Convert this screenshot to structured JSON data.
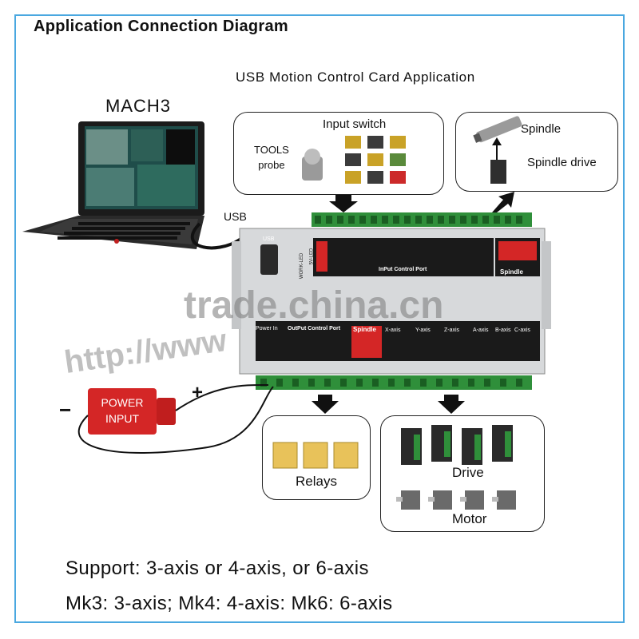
{
  "header": {
    "title": "Application Connection Diagram",
    "subtitle": "USB Motion Control Card Application"
  },
  "pc": {
    "label": "MACH3",
    "cable_label": "USB"
  },
  "input_box": {
    "title": "Input switch",
    "tools_label": "TOOLS\nprobe"
  },
  "spindle_box": {
    "spindle_label": "Spindle",
    "drive_label": "Spindle drive"
  },
  "board": {
    "input_port_label": "InPut Control Port",
    "spindle_top_label": "Spindle",
    "output_port_label": "OutPut Control Port",
    "power_in_label": "Power In",
    "spindle_bottom_label": "Spindle",
    "axis_labels": [
      "X-axis",
      "Y-axis",
      "Z-axis",
      "A-axis",
      "B-axis",
      "C-axis"
    ],
    "usb_label": "USB",
    "led_label": "WORK-LED",
    "led2_label": "5V-LED"
  },
  "power": {
    "label": "POWER\nINPUT",
    "plus": "+",
    "minus": "−"
  },
  "relays_box": {
    "label": "Relays"
  },
  "drive_box": {
    "drive_label": "Drive",
    "motor_label": "Motor"
  },
  "watermarks": {
    "wm1": "trade.china.cn",
    "wm2": "http://www"
  },
  "footer": {
    "support": "Support: 3-axis or 4-axis,  or 6-axis",
    "models": "Mk3:  3-axis;  Mk4:  4-axis:  Mk6:  6-axis"
  },
  "colors": {
    "frame": "#4aa8e0",
    "terminal_green": "#2f8f3a",
    "power_red": "#d42626",
    "port_red": "#d42626"
  }
}
